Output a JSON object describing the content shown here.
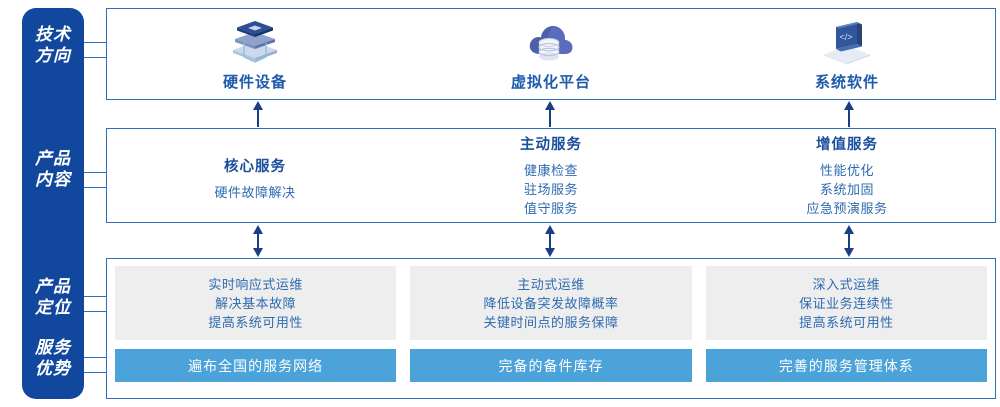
{
  "rail": {
    "labels": [
      {
        "id": "tech-direction",
        "text": "技术\n方向"
      },
      {
        "id": "product-content",
        "text": "产品\n内容"
      },
      {
        "id": "product-position",
        "text": "产品\n定位"
      },
      {
        "id": "service-advantage",
        "text": "服务\n优势"
      }
    ],
    "color": "#12479E"
  },
  "technology": {
    "columns": [
      {
        "icon": "server-stack-icon",
        "label": "硬件设备"
      },
      {
        "icon": "cloud-database-icon",
        "label": "虚拟化平台"
      },
      {
        "icon": "laptop-code-icon",
        "label": "系统软件"
      }
    ]
  },
  "content": {
    "columns": [
      {
        "title": "核心服务",
        "items": [
          "硬件故障解决"
        ]
      },
      {
        "title": "主动服务",
        "items": [
          "健康检查",
          "驻场服务",
          "值守服务"
        ]
      },
      {
        "title": "增值服务",
        "items": [
          "性能优化",
          "系统加固",
          "应急预演服务"
        ]
      }
    ]
  },
  "positioning": {
    "cards": [
      {
        "lines": [
          "实时响应式运维",
          "解决基本故障",
          "提高系统可用性"
        ]
      },
      {
        "lines": [
          "主动式运维",
          "降低设备突发故障概率",
          "关键时间点的服务保障"
        ]
      },
      {
        "lines": [
          "深入式运维",
          "保证业务连续性",
          "提高系统可用性"
        ]
      }
    ]
  },
  "advantage": {
    "bars": [
      {
        "label": "遍布全国的服务网络"
      },
      {
        "label": "完备的备件库存"
      },
      {
        "label": "完善的服务管理体系"
      }
    ],
    "color": "#4BA3DA"
  },
  "arrows": {
    "upward": "arrow-up",
    "bidirectional": "arrow-up-down"
  },
  "colors": {
    "rail": "#12479E",
    "panel_border": "#2E6FBB",
    "heading": "#1B4F9C",
    "body_text": "#2F6BB0",
    "grey_card": "#EEEEEE",
    "blue_bar": "#4BA3DA"
  }
}
